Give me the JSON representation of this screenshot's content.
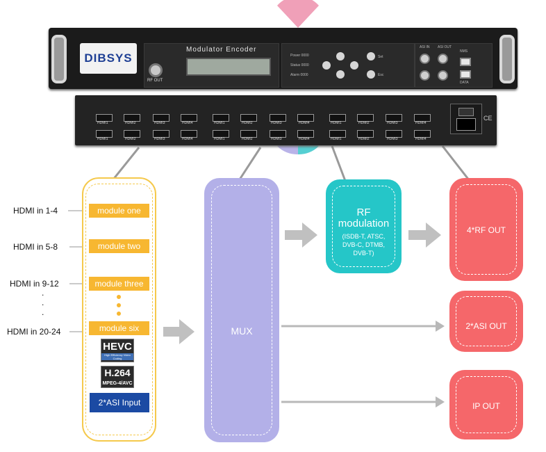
{
  "device": {
    "brand": "DIBSYS",
    "front_title": "Modulator Encoder",
    "rf_out_label": "RF OUT",
    "led_labels": [
      "Power",
      "Status",
      "Alarm"
    ],
    "led_values": [
      "0000",
      "0000",
      "0000"
    ],
    "button_labels": [
      "Set",
      "Esc"
    ],
    "asi_in_label": "ASI IN",
    "asi_out_label": "ASI OUT",
    "nms_label": "NMS",
    "data_label": "DATA",
    "hdmi_labels_top": [
      "HDMI1",
      "HDMI2",
      "HDMI3",
      "HDMI4",
      "HDMI1",
      "HDMI2",
      "HDMI3",
      "HDMI4",
      "HDMI1",
      "HDMI2",
      "HDMI3",
      "HDMI4"
    ],
    "hdmi_labels_bottom": [
      "HDMI1",
      "HDMI2",
      "HDMI3",
      "HDMI4",
      "HDMI1",
      "HDMI2",
      "HDMI3",
      "HDMI4",
      "HDMI1",
      "HDMI2",
      "HDMI3",
      "HDMI4"
    ],
    "ce_mark": "CE"
  },
  "inputs": {
    "labels": [
      "HDMI in 1-4",
      "HDMI in 5-8",
      "HDMI in 9-12",
      "HDMI in 20-24"
    ],
    "ellipsis": "."
  },
  "modules": {
    "items": [
      "module one",
      "module two",
      "module three",
      "module six"
    ],
    "hevc": "HEVC",
    "hevc_sub": "High Efficiency Video Coding",
    "h264": "H.264",
    "h264_sub": "MPEG-4/AVC",
    "asi_input": "2*ASI Input"
  },
  "mux": {
    "label": "MUX"
  },
  "rf_modulation": {
    "title_line1": "RF",
    "title_line2": "modulation",
    "standards_line1": "(ISDB-T,  ATSC,",
    "standards_line2": "DVB-C, DTMB,",
    "standards_line3": "DVB-T)"
  },
  "outputs": {
    "rf_out": "4*RF OUT",
    "asi_out": "2*ASI OUT",
    "ip_out": "IP OUT"
  },
  "colors": {
    "module_yellow": "#f7b731",
    "mux_purple": "#b3b0e8",
    "rf_teal": "#25c6c8",
    "output_red": "#f5676a",
    "asi_blue": "#1b4aa3",
    "arrow_gray": "#bdbdbd"
  }
}
